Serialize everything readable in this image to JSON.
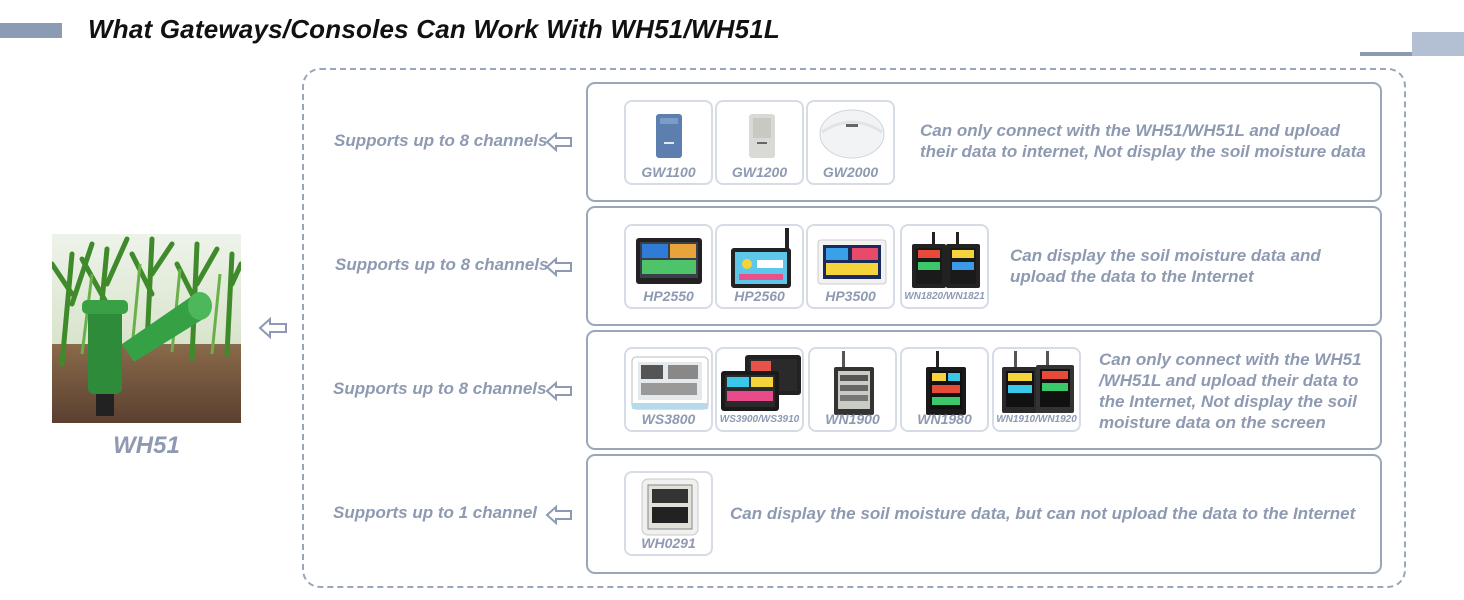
{
  "page_title": "What Gateways/Consoles Can Work With WH51/WH51L",
  "sensor": {
    "name": "WH51"
  },
  "rows": [
    {
      "support": "Supports up to 8 channels",
      "devices": [
        "GW1100",
        "GW1200",
        "GW2000"
      ],
      "description": [
        "Can only connect with the WH51/WH51L and upload",
        "their data to internet, Not display the soil moisture data"
      ]
    },
    {
      "support": "Supports up to 8 channels",
      "devices": [
        "HP2550",
        "HP2560",
        "HP3500",
        "WN1820/WN1821"
      ],
      "description": [
        "Can display the soil moisture data and",
        "upload the data to the Internet"
      ]
    },
    {
      "support": "Supports up to 8 channels",
      "devices": [
        "WS3800",
        "WS3900/WS3910",
        "WN1900",
        "WN1980",
        "WN1910/WN1920"
      ],
      "description": [
        "Can only connect with the WH51",
        "/WH51L and upload their data to",
        "the Internet, Not display the soil",
        "moisture data on the screen"
      ]
    },
    {
      "support": "Supports up to 1 channel",
      "devices": [
        "WH0291"
      ],
      "description": [
        "Can display the soil moisture data, but can not upload the data to the Internet"
      ]
    }
  ]
}
